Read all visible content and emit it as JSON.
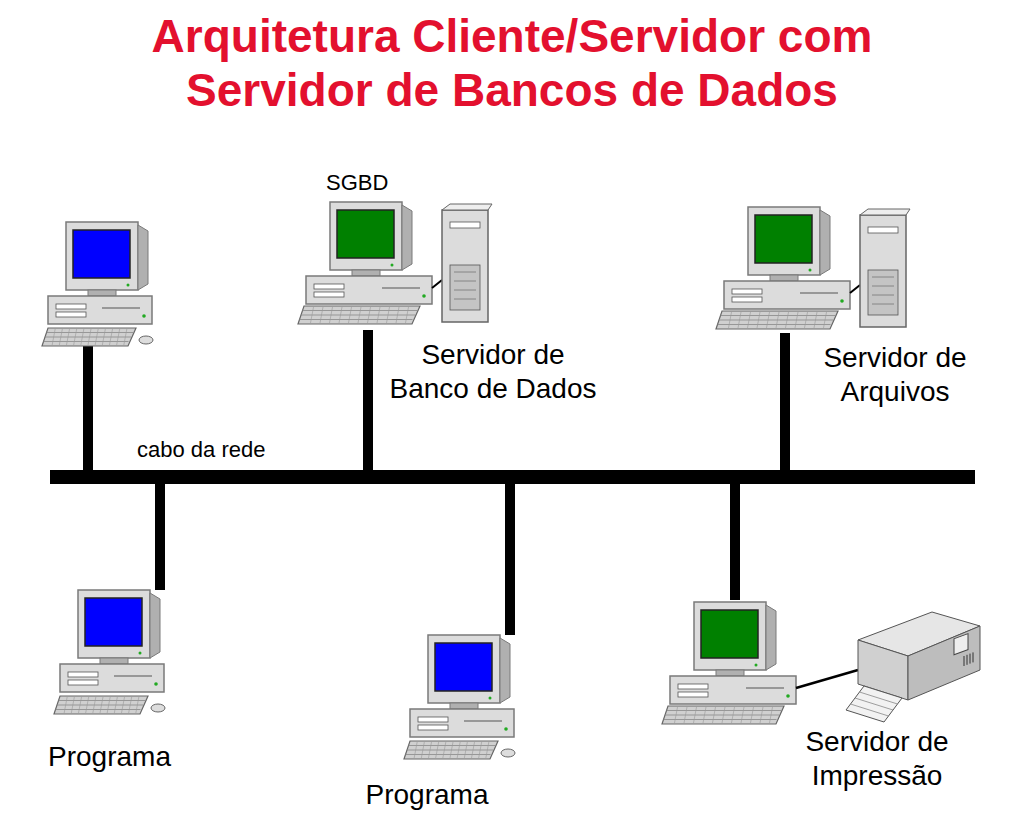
{
  "diagram": {
    "title": "Arquitetura Cliente/Servidor com Servidor de Bancos de Dados",
    "nodes": [
      {
        "text": [
          "SGBD",
          "Servidor de Banco de Dados"
        ]
      },
      {
        "text": [
          "Servidor de Arquivos"
        ]
      },
      {
        "text": [
          "cabo da rede"
        ]
      },
      {
        "text": [
          "Programa"
        ]
      },
      {
        "text": [
          "Programa"
        ]
      },
      {
        "text": [
          "Servidor de Impressão"
        ]
      }
    ],
    "edges": [
      {
        "from": 0,
        "to": 2,
        "arrow": "none"
      },
      {
        "from": 1,
        "to": 2,
        "arrow": "none"
      },
      {
        "from": 3,
        "to": 2,
        "arrow": "none"
      },
      {
        "from": 4,
        "to": 2,
        "arrow": "none"
      },
      {
        "from": 5,
        "to": 2,
        "arrow": "none"
      }
    ]
  }
}
